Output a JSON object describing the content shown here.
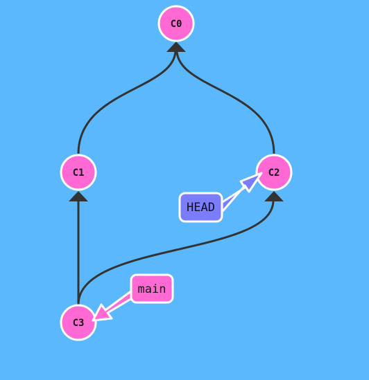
{
  "commits": [
    {
      "id": "C0",
      "label": "C0"
    },
    {
      "id": "C1",
      "label": "C1"
    },
    {
      "id": "C2",
      "label": "C2"
    },
    {
      "id": "C3",
      "label": "C3"
    }
  ],
  "edges": [
    {
      "from": "C1",
      "to": "C0"
    },
    {
      "from": "C2",
      "to": "C0"
    },
    {
      "from": "C3",
      "to": "C1"
    },
    {
      "from": "C3",
      "to": "C2"
    }
  ],
  "refs": {
    "head": {
      "label": "HEAD",
      "target": "C2"
    },
    "main": {
      "label": "main",
      "target": "C3"
    }
  },
  "colors": {
    "background": "#5cb8fc",
    "commit_fill": "#ff69d4",
    "commit_stroke": "#ffffff",
    "edge": "#333333",
    "head_fill": "#7b7dff",
    "branch_fill": "#ff69d4"
  }
}
